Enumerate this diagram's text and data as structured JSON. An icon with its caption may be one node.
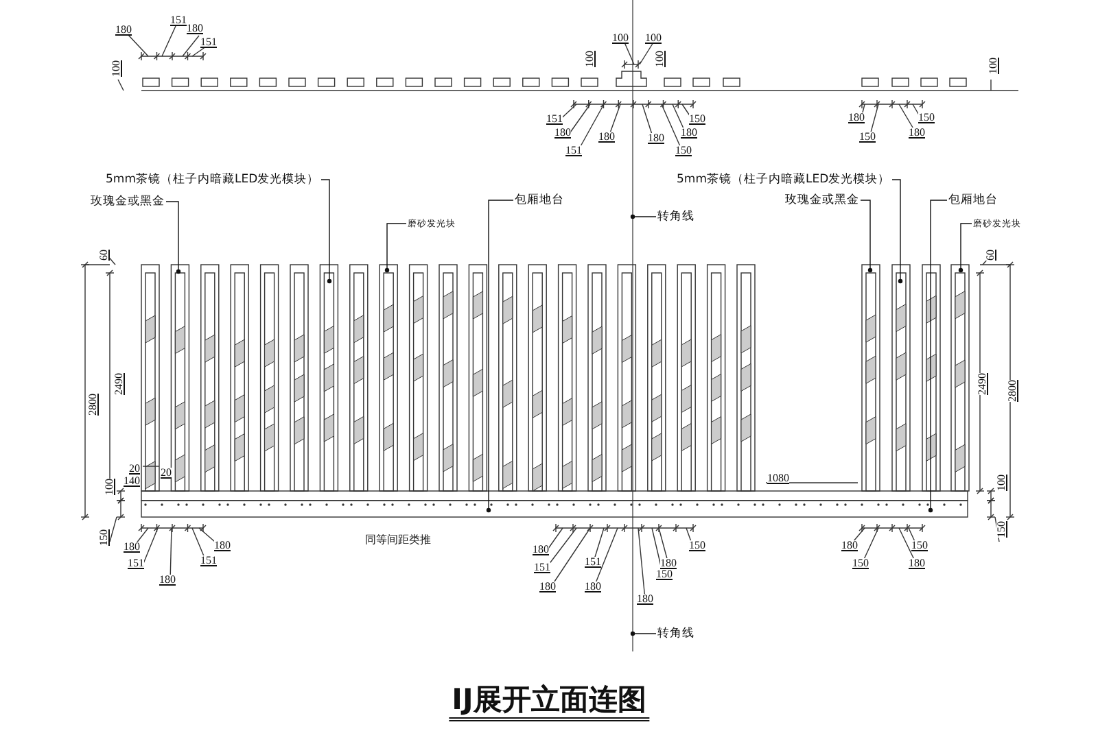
{
  "diagram": {
    "title": "IJ展开立面连图",
    "nodes": [
      {
        "text": [
          "5mm茶镜（柱子内暗藏LED发光模块）"
        ]
      },
      {
        "text": [
          "玫瑰金或黑金"
        ]
      },
      {
        "text": [
          "磨砂发光块"
        ]
      },
      {
        "text": [
          "包厢地台"
        ]
      },
      {
        "text": [
          "转角线"
        ]
      },
      {
        "text": [
          "5mm茶镜（柱子内暗藏LED发光模块）"
        ]
      },
      {
        "text": [
          "玫瑰金或黑金"
        ]
      },
      {
        "text": [
          "包厢地台"
        ]
      },
      {
        "text": [
          "磨砂发光块"
        ]
      },
      {
        "text": [
          "转角线"
        ]
      }
    ],
    "edges": [
      {
        "from": 0,
        "to": null,
        "arrow": "other"
      },
      {
        "from": 1,
        "to": null,
        "arrow": "other"
      },
      {
        "from": 2,
        "to": null,
        "arrow": "other"
      },
      {
        "from": 3,
        "to": null,
        "arrow": "other"
      },
      {
        "from": 4,
        "to": null,
        "arrow": "other"
      },
      {
        "from": 5,
        "to": null,
        "arrow": "other"
      },
      {
        "from": 6,
        "to": null,
        "arrow": "other"
      },
      {
        "from": 7,
        "to": null,
        "arrow": "other"
      },
      {
        "from": 8,
        "to": null,
        "arrow": "other"
      },
      {
        "from": 9,
        "to": null,
        "arrow": "other"
      }
    ],
    "labels": [
      "180",
      "151",
      "180",
      "151",
      "100",
      "100",
      "100",
      "100",
      "100",
      "100",
      "151",
      "180",
      "151",
      "180",
      "180",
      "150",
      "180",
      "150",
      "180",
      "150",
      "150",
      "180",
      "60",
      "60",
      "2800",
      "2490",
      "2490",
      "2800",
      "20",
      "20",
      "140",
      "1080",
      "100",
      "100",
      "150",
      "150",
      "180",
      "180",
      "151",
      "151",
      "180",
      "同等间距类推",
      "180",
      "150",
      "151",
      "151",
      "180",
      "180",
      "180",
      "150",
      "180",
      "180",
      "150",
      "150",
      "180"
    ]
  }
}
